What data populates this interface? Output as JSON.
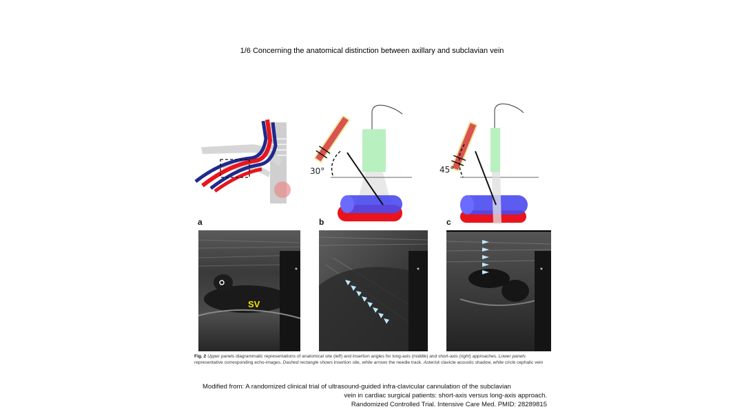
{
  "slide": {
    "title": "1/6 Concerning the anatomical distinction between axillary and subclavian vein"
  },
  "figure": {
    "panels": [
      {
        "letter": "a",
        "label": "SV",
        "marker": "*"
      },
      {
        "letter": "b",
        "angle": "30°",
        "marker": "*"
      },
      {
        "letter": "c",
        "angle": "45°",
        "marker": "*"
      }
    ],
    "caption": {
      "fig_label": "Fig. 2",
      "t1": "Upper panels",
      "t2": " diagrammatic representations of anatomical site (",
      "t3": "left",
      "t4": ") and insertion angles for long-axis (",
      "t5": "middle",
      "t6": ") and short-axis (",
      "t7": "right",
      "t8": ") approaches. ",
      "t9": "Lower panels",
      "t10": " representative corresponding echo-images. ",
      "t11": "Dashed rectangle",
      "t12": " shows insertion site, ",
      "t13": "white arrows",
      "t14": " the needle track. ",
      "t15": "Asterisk",
      "t16": " clavicle acoustic shadow, ",
      "t17": "white circle",
      "t18": " cephalic vein"
    },
    "colors": {
      "artery": "#e8141e",
      "vein": "#1f2a8c",
      "bone": "#cfcfcf",
      "probe": "#b8f0c0",
      "syringe": "#d9534f"
    }
  },
  "source": {
    "line1": "Modified from:  A randomized clinical trial of ultrasound-guided infra-clavicular cannulation of the subclavian",
    "line2": "vein in cardiac surgical patients: short-axis versus long-axis approach.",
    "line3": "Randomized Controlled Trial. Intensive Care Med. PMID: 28289815"
  }
}
